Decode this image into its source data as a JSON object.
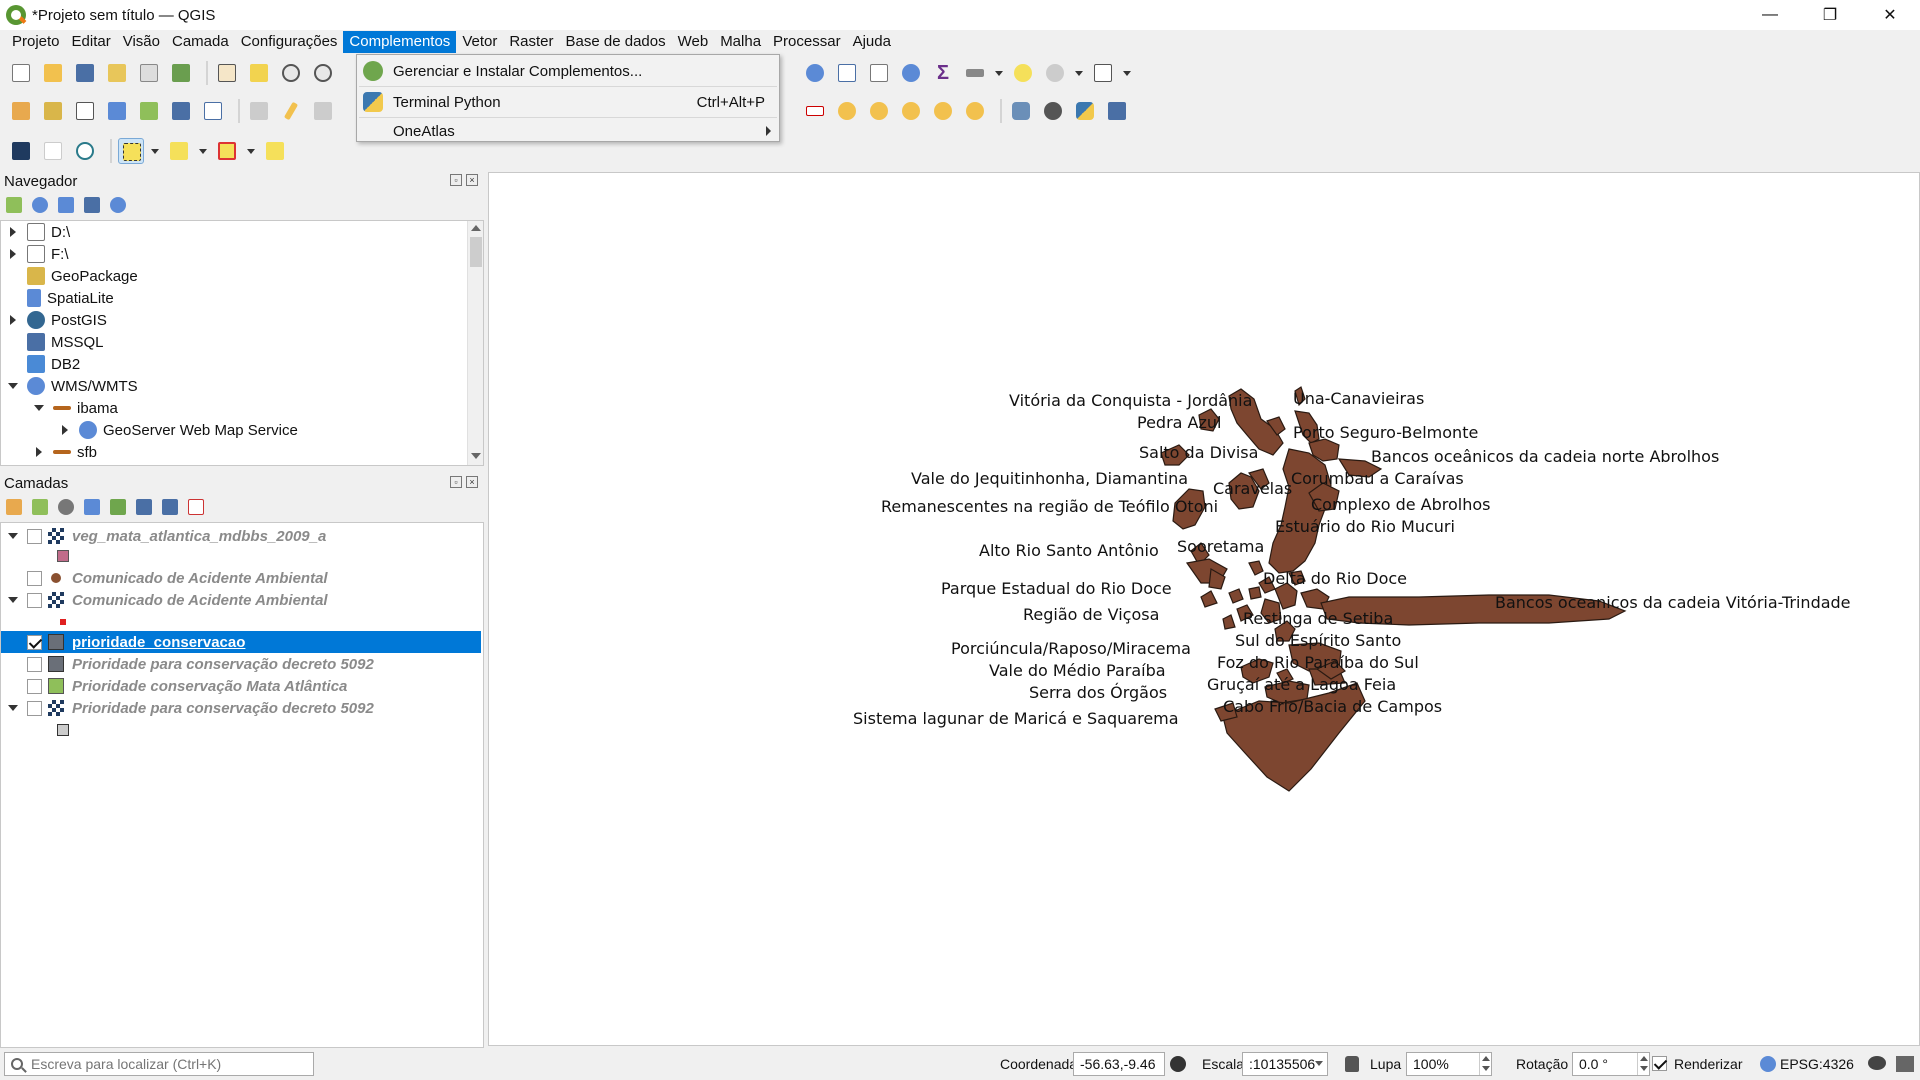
{
  "window": {
    "title": "*Projeto sem título — QGIS",
    "minimize": "—",
    "maximize": "❐",
    "close": "✕"
  },
  "menubar": [
    "Projeto",
    "Editar",
    "Visão",
    "Camada",
    "Configurações",
    "Complementos",
    "Vetor",
    "Raster",
    "Base de dados",
    "Web",
    "Malha",
    "Processar",
    "Ajuda"
  ],
  "active_menu": "Complementos",
  "dropdown": {
    "items": [
      {
        "label": "Gerenciar e Instalar Complementos...",
        "shortcut": ""
      },
      {
        "label": "Terminal Python",
        "shortcut": "Ctrl+Alt+P"
      },
      {
        "label": "OneAtlas",
        "shortcut": ""
      }
    ]
  },
  "browser": {
    "title": "Navegador",
    "items": [
      {
        "label": "D:\\",
        "icon": "folder-icon",
        "depth": 0,
        "arrow": "right"
      },
      {
        "label": "F:\\",
        "icon": "folder-icon",
        "depth": 0,
        "arrow": "right"
      },
      {
        "label": "GeoPackage",
        "icon": "geopackage-icon",
        "depth": 0,
        "arrow": ""
      },
      {
        "label": "SpatiaLite",
        "icon": "spatialite-icon",
        "depth": 0,
        "arrow": ""
      },
      {
        "label": "PostGIS",
        "icon": "postgis-icon",
        "depth": 0,
        "arrow": "right"
      },
      {
        "label": "MSSQL",
        "icon": "mssql-icon",
        "depth": 0,
        "arrow": ""
      },
      {
        "label": "DB2",
        "icon": "db2-icon",
        "depth": 0,
        "arrow": ""
      },
      {
        "label": "WMS/WMTS",
        "icon": "globe-icon",
        "depth": 0,
        "arrow": "down"
      },
      {
        "label": "ibama",
        "icon": "connection-icon",
        "depth": 1,
        "arrow": "down"
      },
      {
        "label": "GeoServer Web Map Service",
        "icon": "globe-icon",
        "depth": 2,
        "arrow": "right"
      },
      {
        "label": "sfb",
        "icon": "connection-icon",
        "depth": 1,
        "arrow": "right"
      }
    ]
  },
  "layers": {
    "title": "Camadas",
    "items": [
      {
        "label": "veg_mata_atlantica_mdbbs_2009_a",
        "checked": false,
        "arrow": "down",
        "icon": "categorized",
        "selected": false
      },
      {
        "label": "",
        "checked": null,
        "arrow": "",
        "icon": "swatch-pink",
        "selected": false
      },
      {
        "label": "Comunicado de Acidente Ambiental",
        "checked": false,
        "arrow": "",
        "icon": "point-brown",
        "selected": false
      },
      {
        "label": "Comunicado de Acidente Ambiental",
        "checked": false,
        "arrow": "down",
        "icon": "categorized",
        "selected": false
      },
      {
        "label": "",
        "checked": null,
        "arrow": "",
        "icon": "swatch-red-small",
        "selected": false
      },
      {
        "label": "prioridade_conservacao",
        "checked": true,
        "arrow": "",
        "icon": "swatch-slate",
        "selected": true
      },
      {
        "label": "Prioridade para conservação decreto 5092",
        "checked": false,
        "arrow": "",
        "icon": "swatch-slate",
        "selected": false
      },
      {
        "label": "Prioridade conservação Mata Atlântica",
        "checked": false,
        "arrow": "",
        "icon": "swatch-green",
        "selected": false
      },
      {
        "label": "Prioridade para conservação decreto 5092",
        "checked": false,
        "arrow": "down",
        "icon": "categorized",
        "selected": false
      },
      {
        "label": "",
        "checked": null,
        "arrow": "",
        "icon": "swatch-grey",
        "selected": false
      }
    ]
  },
  "map_labels": [
    "Vitória da Conquista - Jordânia",
    "Una-Canavieiras",
    "Pedra Azul",
    "Porto Seguro-Belmonte",
    "Salto da Divisa",
    "Bancos oceânicos da cadeia norte Abrolhos",
    "Vale do Jequitinhonha, Diamantina",
    "Corumbau a Caraívas",
    "Caravelas",
    "Complexo de Abrolhos",
    "Remanescentes na região de Teófilo Otoni",
    "Estuário do Rio Mucuri",
    "Sooretama",
    "Alto Rio Santo Antônio",
    "Delta do Rio Doce",
    "Parque Estadual do Rio Doce",
    "Bancos oceanicos da cadeia Vitória-Trindade",
    "Restinga de Setiba",
    "Região de Viçosa",
    "Sul do Espírito Santo",
    "Porciúncula/Raposo/Miracema",
    "Foz do Rio Paraíba do Sul",
    "Vale do Médio Paraíba",
    "Gruçaí até a Lagoa Feia",
    "Serra dos Órgãos",
    "Cabo Frio/Bacia de Campos",
    "Sistema lagunar de Maricá e Saquarema"
  ],
  "map_fill_color": "#7d4630",
  "accent_color": "#0078d7",
  "statusbar": {
    "search_placeholder": "Escreva para localizar (Ctrl+K)",
    "coord_label": "Coordenada",
    "coord_value": "-56.63,-9.46",
    "scale_label": "Escala",
    "scale_value": ":10135506",
    "magnifier_label": "Lupa",
    "magnifier_value": "100%",
    "rotation_label": "Rotação",
    "rotation_value": "0.0 °",
    "render_label": "Renderizar",
    "render_checked": true,
    "crs": "EPSG:4326"
  }
}
